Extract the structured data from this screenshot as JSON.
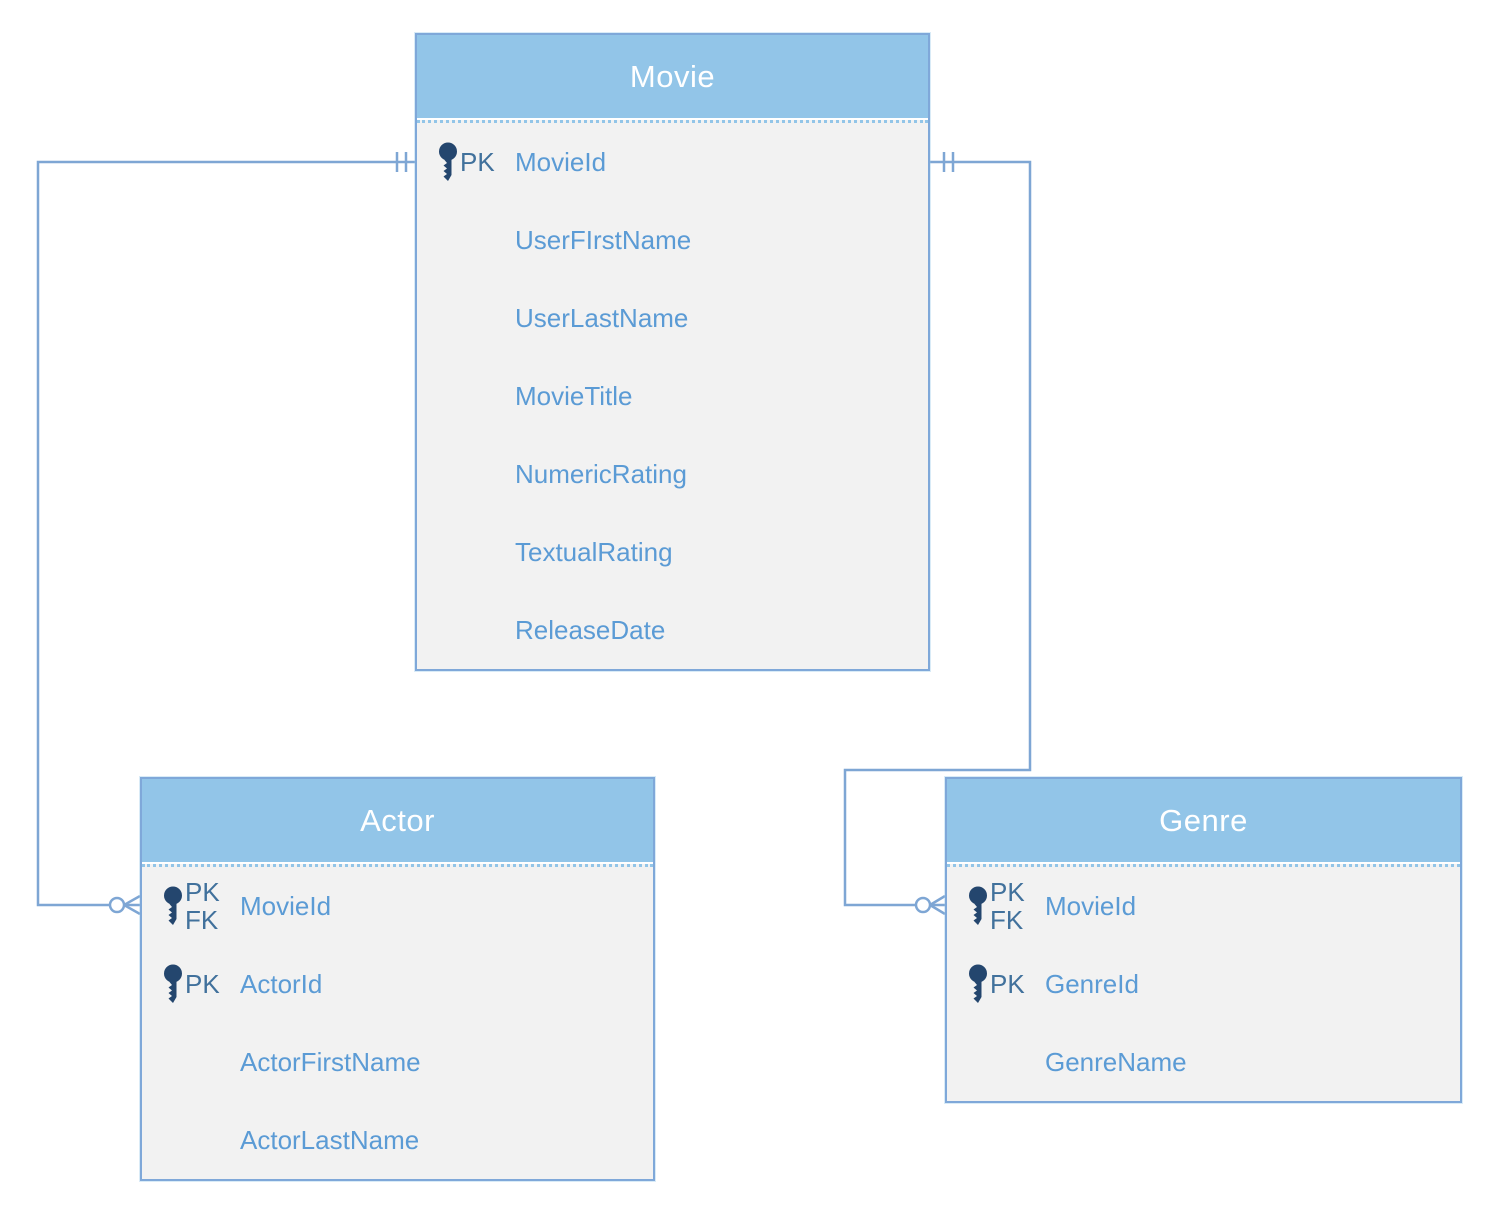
{
  "diagram": {
    "type": "entity-relationship",
    "entities": [
      {
        "name": "Movie",
        "fields": [
          {
            "keys": [
              "PK"
            ],
            "name": "MovieId"
          },
          {
            "keys": [],
            "name": "UserFIrstName"
          },
          {
            "keys": [],
            "name": "UserLastName"
          },
          {
            "keys": [],
            "name": "MovieTitle"
          },
          {
            "keys": [],
            "name": "NumericRating"
          },
          {
            "keys": [],
            "name": "TextualRating"
          },
          {
            "keys": [],
            "name": "ReleaseDate"
          }
        ]
      },
      {
        "name": "Actor",
        "fields": [
          {
            "keys": [
              "PK",
              "FK"
            ],
            "name": "MovieId"
          },
          {
            "keys": [
              "PK"
            ],
            "name": "ActorId"
          },
          {
            "keys": [],
            "name": "ActorFirstName"
          },
          {
            "keys": [],
            "name": "ActorLastName"
          }
        ]
      },
      {
        "name": "Genre",
        "fields": [
          {
            "keys": [
              "PK",
              "FK"
            ],
            "name": "MovieId"
          },
          {
            "keys": [
              "PK"
            ],
            "name": "GenreId"
          },
          {
            "keys": [],
            "name": "GenreName"
          }
        ]
      }
    ],
    "relationships": [
      {
        "from": "Movie",
        "to": "Actor",
        "from_cardinality": "one-and-only-one",
        "to_cardinality": "zero-or-many"
      },
      {
        "from": "Movie",
        "to": "Genre",
        "from_cardinality": "one-and-only-one",
        "to_cardinality": "zero-or-many"
      }
    ],
    "colors": {
      "header_fill": "#92c5e8",
      "body_fill": "#f2f2f2",
      "border": "#7fa8d9",
      "field_text": "#5b9bd5",
      "key_label": "#41719c",
      "key_icon": "#24466e",
      "connector": "#7ea6d4",
      "title_text": "#ffffff"
    }
  }
}
